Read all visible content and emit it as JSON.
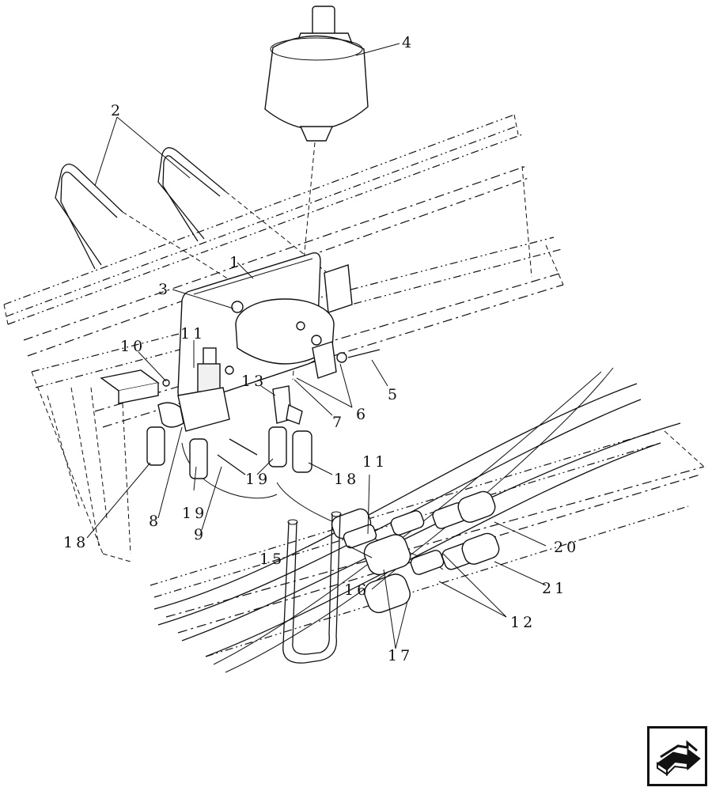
{
  "callouts": {
    "c1": "1",
    "c2": "2",
    "c3": "3",
    "c4": "4",
    "c5": "5",
    "c6": "6",
    "c7": "7",
    "c8": "8",
    "c9": "9",
    "c10": "10",
    "c11a": "11",
    "c11b": "11",
    "c12": "12",
    "c13": "13",
    "c15": "15",
    "c16": "16",
    "c17": "17",
    "c18a": "18",
    "c18b": "18",
    "c19a": "19",
    "c19b": "19",
    "c20": "20",
    "c21": "21"
  },
  "nav_button": {
    "icon": "arrow-return-icon"
  }
}
